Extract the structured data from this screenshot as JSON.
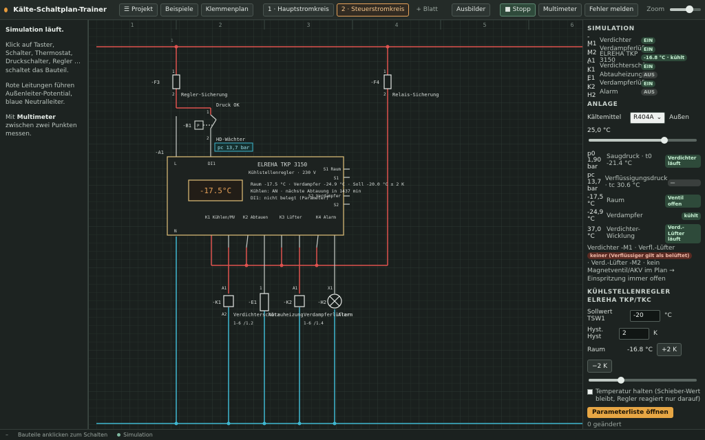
{
  "topbar": {
    "title": "Kälte-Schaltplan-Trainer",
    "project": "Projekt",
    "examples": "Beispiele",
    "terminals": "Klemmenplan",
    "tab1": "1 · Hauptstromkreis",
    "tab2": "2 · Steuerstromkreis",
    "add_sheet": "+ Blatt",
    "training": "Ausbilder",
    "stop": "Stopp",
    "multimeter": "Multimeter",
    "report": "Fehler melden",
    "zoom": "Zoom",
    "zoom_level": 0.62,
    "colors": {
      "accent": "#e8a35a"
    }
  },
  "left": {
    "heading": "Simulation läuft.",
    "p1": "Klick auf Taster, Schalter, Thermostat, Druckschalter, Regler … schaltet das Bauteil.",
    "p2": "Rote Leitungen führen Außenleiter-Potential, blaue Neutralleiter.",
    "p3a": "Mit ",
    "p3b": "Multimeter",
    "p3c": " zwischen zwei Punkten messen."
  },
  "schematic": {
    "cols": [
      "1",
      "2",
      "3",
      "4",
      "5",
      "6"
    ],
    "f3": "-F3",
    "f3_desc": "Regler-Sicherung",
    "f4": "-F4",
    "f4_desc": "Relais-Sicherung",
    "b1": "-B1",
    "b1_desc": "HD-Wächter",
    "b1_state": "Druck OK",
    "b1_value": "pc 13,7 bar",
    "a1": "-A1",
    "reg_title": "ELREHA TKP 3150",
    "reg_sub": "Kühlstellenregler · 230 V",
    "reg_display": "-17.5°C",
    "reg_line1": "Raum -17.5 °C · Verdampfer -24.9 °C · Soll -20.0 °C ± 2 K",
    "reg_line2": "Kühlen: AN · nächste Abtauung in 1437 min",
    "reg_line3": "DI1: nicht belegt (Parameter)",
    "pin_l": "L",
    "pin_di1": "DI1",
    "pin_n": "N",
    "s1": "S1 Raum",
    "s1b": "S1",
    "s2": "S2 Verdampfer",
    "s2b": "S2",
    "k1_out": "K1 Kühlen/MV",
    "k2_out": "K2 Abtauen",
    "k3_out": "K3 Lüfter",
    "k4_out": "K4 Alarm",
    "k1": "-K1",
    "k1_desc": "Verdichterschütz",
    "k1_ref": "1-6 /1.2",
    "e1": "-E1",
    "e1_desc": "Abtauheizung",
    "k2": "-K2",
    "k2_desc": "Verdampferlüfter",
    "k2_ref": "1-6 /1.4",
    "h2": "-H2",
    "h2_desc": "Alarm",
    "a1t": "A1",
    "a2t": "A2",
    "x1t": "X1",
    "x2t": "X2",
    "one": "1",
    "two": "2"
  },
  "sim": {
    "title": "SIMULATION",
    "rows": [
      {
        "tag": "-M1",
        "name": "Verdichter",
        "state": "EIN",
        "on": true
      },
      {
        "tag": "-M2",
        "name": "Verdampferlüfter",
        "state": "EIN",
        "on": true
      },
      {
        "tag": "-A1",
        "name": "ELREHA TKP 3150",
        "state": "-16.8 °C · kühlt",
        "on": true
      },
      {
        "tag": "-K1",
        "name": "Verdichterschütz",
        "state": "EIN",
        "on": true
      },
      {
        "tag": "-E1",
        "name": "Abtauheizung",
        "state": "AUS",
        "on": false
      },
      {
        "tag": "-K2",
        "name": "Verdampferlüfter",
        "state": "EIN",
        "on": true
      },
      {
        "tag": "-H2",
        "name": "Alarm",
        "state": "AUS",
        "on": false
      }
    ]
  },
  "plant": {
    "title": "ANLAGE",
    "refrigerant_label": "Kältemittel",
    "refrigerant": "R404A",
    "outside_label": "Außen",
    "outside_temp": "25,0 °C",
    "outside_slider": 0.7,
    "rows": [
      {
        "v": "p0 1,90 bar",
        "l": "Saugdruck · t0 -21.4 °C",
        "b": "Verdichter läuft",
        "g": true
      },
      {
        "v": "pc 13,7 bar",
        "l": "Verflüssigungsdruck · tc 30.6 °C",
        "b": "—",
        "g": false
      },
      {
        "v": "-17,5 °C",
        "l": "Raum",
        "b": "Ventil offen",
        "g": true
      },
      {
        "v": "-24,9 °C",
        "l": "Verdampfer",
        "b": "kühlt",
        "g": true
      },
      {
        "v": "37,0 °C",
        "l": "Verdichter-Wicklung",
        "b": "Verd.-Lüfter läuft",
        "g": true
      }
    ],
    "note1": "Verdichter -M1 · Verfl.-Lüfter",
    "note_warn": "keiner (Verflüssiger gilt als belüftet)",
    "note2": "· Verd.-Lüfter -M2 · kein Magnetventil/AKV im Plan → Einspritzung immer offen"
  },
  "ctrl": {
    "title": "KÜHLSTELLENREGLER ELREHA TKP/TKC",
    "setpoint_label": "Sollwert TSW1",
    "setpoint": "-20",
    "unit_c": "°C",
    "hyst_label": "Hyst. Hyst",
    "hyst": "2",
    "unit_k": "K",
    "room_label": "Raum",
    "room": "-16.8 °C",
    "plus": "+2 K",
    "minus": "−2 K",
    "room_slider": 0.3,
    "hold": "Temperatur halten (Schieber-Wert bleibt, Regler reagiert nur darauf)",
    "params": "Parameterliste öffnen",
    "changed": "0 geändert"
  },
  "status": {
    "collapse": "–",
    "hint": "Bauteile anklicken zum Schalten",
    "sim": "Simulation"
  }
}
